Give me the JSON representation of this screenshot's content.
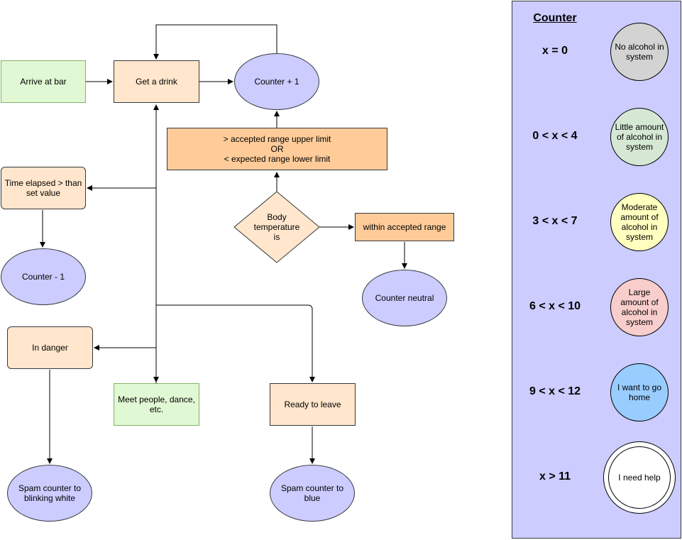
{
  "nodes": {
    "arrive": "Arrive at bar",
    "get_drink": "Get a drink",
    "counter_plus": "Counter + 1",
    "range_text": [
      "> accepted range upper limit",
      "OR",
      "< expected range lower limit"
    ],
    "time_elapsed": "Time elapsed > than set value",
    "counter_minus": "Counter - 1",
    "body_temp": [
      "Body",
      "temperature",
      "is"
    ],
    "within_range": "within accepted range",
    "counter_neutral": "Counter neutral",
    "in_danger": "In danger",
    "meet_people": "Meet people, dance, etc.",
    "ready_leave": "Ready to leave",
    "spam_white": "Spam counter to blinking white",
    "spam_blue": "Spam counter to blue"
  },
  "legend": {
    "title": "Counter",
    "rows": [
      {
        "label": "x = 0",
        "state": "No alcohol in system",
        "color": "#d3d3d3"
      },
      {
        "label": "0 < x < 4",
        "state": "Little amount of alcohol in system",
        "color": "#d5e8d4"
      },
      {
        "label": "3 < x < 7",
        "state": "Moderate amount of alcohol in system",
        "color": "#ffffc0"
      },
      {
        "label": "6 < x < 10",
        "state": "Large amount of alcohol in system",
        "color": "#f8cecc"
      },
      {
        "label": "9 < x < 12",
        "state": "I want to go home",
        "color": "#99ccff"
      },
      {
        "label": "x > 11",
        "state": "I need help",
        "color": "#ffffff"
      }
    ]
  },
  "colors": {
    "green_fill": "#e0f8d3",
    "peach_fill": "#ffe6cc",
    "orange_fill": "#ffcc99",
    "ellipse_fill": "#ccccff",
    "legend_fill": "#ccccff"
  }
}
